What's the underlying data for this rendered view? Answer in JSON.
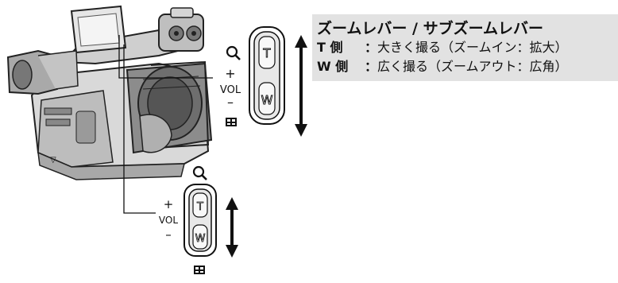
{
  "info": {
    "title": "ズームレバー / サブズームレバー",
    "rows": [
      {
        "side": "T 側",
        "colon": "：",
        "text": "大きく撮る（ズームイン：拡大）"
      },
      {
        "side": "W 側",
        "colon": "：",
        "text": "広く撮る（ズームアウト：広角）"
      }
    ]
  },
  "main_lever": {
    "plus": "+",
    "vol": "VOL",
    "minus": "–",
    "t_label": "T",
    "w_label": "W"
  },
  "sub_lever": {
    "plus": "+",
    "vol": "VOL",
    "minus": "–",
    "t_label": "T",
    "w_label": "W"
  },
  "camera": {
    "mark": "▽"
  }
}
